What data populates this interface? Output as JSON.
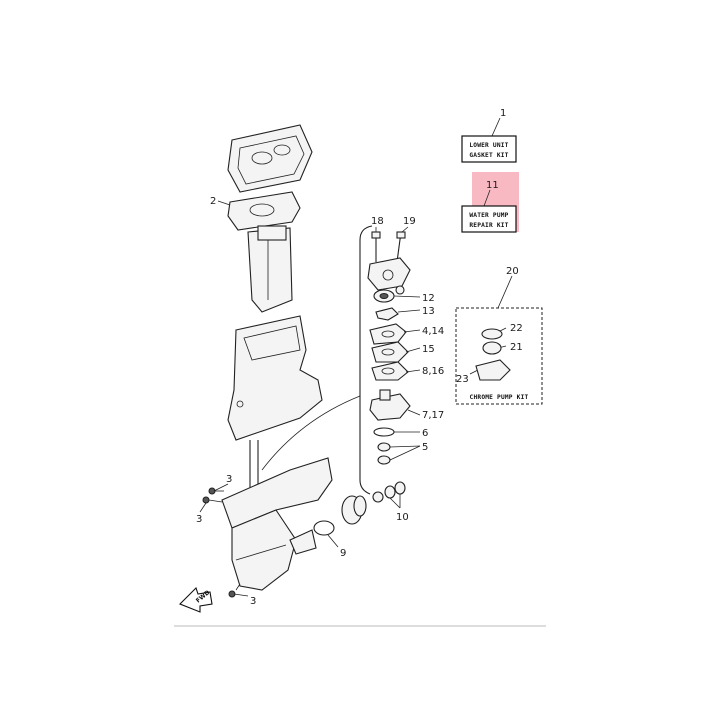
{
  "labels": {
    "p1": "1",
    "p2": "2",
    "p3a": "3",
    "p3b": "3",
    "p3c": "3",
    "p4_14": "4,14",
    "p5": "5",
    "p6": "6",
    "p7_17": "7,17",
    "p8_16": "8,16",
    "p9": "9",
    "p10": "10",
    "p11": "11",
    "p12": "12",
    "p13": "13",
    "p15": "15",
    "p18": "18",
    "p19": "19",
    "p20": "20",
    "p21": "21",
    "p22": "22",
    "p23": "23"
  },
  "kits": {
    "gasket_line1": "LOWER UNIT",
    "gasket_line2": "GASKET KIT",
    "pump_line1": "WATER PUMP",
    "pump_line2": "REPAIR KIT",
    "chrome": "CHROME PUMP KIT"
  },
  "fwd": "FWD",
  "colors": {
    "highlight": "#f7a8b4",
    "line": "#222222",
    "background": "#ffffff"
  },
  "icons": {
    "direction": "fwd-arrow-icon"
  }
}
